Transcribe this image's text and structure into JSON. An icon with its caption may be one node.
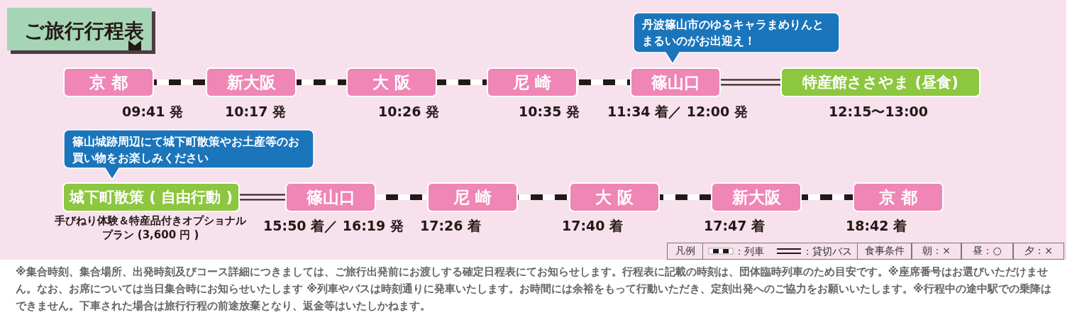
{
  "diagram": {
    "title": "ご旅行行程表",
    "nodes": [
      {
        "text": [
          "京 都"
        ],
        "beside": [
          "09:41 発"
        ]
      },
      {
        "text": [
          "新大阪"
        ],
        "beside": [
          "10:17 発"
        ]
      },
      {
        "text": [
          "大 阪"
        ],
        "beside": [
          "10:26 発"
        ]
      },
      {
        "text": [
          "尼 崎"
        ],
        "beside": [
          "10:35 発"
        ]
      },
      {
        "text": [
          "篠山口"
        ],
        "beside": [
          "11:34 着／ 12:00 発"
        ]
      },
      {
        "text": [
          "特産館ささやま (昼食)"
        ],
        "beside": [
          "12:15〜13:00"
        ]
      },
      {
        "text": [
          "城下町散策 ( 自由行動 )"
        ],
        "beside": [
          "手びねり体験＆特産品付きオプショナルプラン (3,600 円 )"
        ]
      },
      {
        "text": [
          "篠山口"
        ],
        "beside": [
          "15:50 着／ 16:19 発"
        ]
      },
      {
        "text": [
          "尼 崎"
        ],
        "beside": [
          "17:26 着"
        ]
      },
      {
        "text": [
          "大 阪"
        ],
        "beside": [
          "17:40 着"
        ]
      },
      {
        "text": [
          "新大阪"
        ],
        "beside": [
          "17:47 着"
        ]
      },
      {
        "text": [
          "京 都"
        ],
        "beside": [
          "18:42 着"
        ]
      },
      {
        "text": [
          "丹波篠山市のゆるキャラまめりんとまるいのがお出迎え！"
        ]
      },
      {
        "text": [
          "篠山城跡周辺にて城下町散策やお土産等のお買い物をお楽しみください"
        ]
      }
    ],
    "edges": [
      {
        "from": 0,
        "to": 1,
        "arrow": "none",
        "style": "dashed"
      },
      {
        "from": 1,
        "to": 2,
        "arrow": "none",
        "style": "dashed"
      },
      {
        "from": 2,
        "to": 3,
        "arrow": "none",
        "style": "dashed"
      },
      {
        "from": 3,
        "to": 4,
        "arrow": "none",
        "style": "dashed"
      },
      {
        "from": 4,
        "to": 5,
        "arrow": "none"
      },
      {
        "from": 6,
        "to": 7,
        "arrow": "none"
      },
      {
        "from": 7,
        "to": 8,
        "arrow": "none",
        "style": "dashed"
      },
      {
        "from": 8,
        "to": 9,
        "arrow": "none",
        "style": "dashed"
      },
      {
        "from": 9,
        "to": 10,
        "arrow": "none",
        "style": "dashed"
      },
      {
        "from": 10,
        "to": 11,
        "arrow": "none",
        "style": "dashed"
      }
    ],
    "labels": [
      "凡例",
      "食事条件",
      "朝：×",
      "昼：○",
      "夕：×",
      "※集合時刻、集合場所、出発時刻及びコース詳細につきましては、ご旅行出発前にお渡しする確定日程表にてお知らせします。行程表に記載の時刻は、団体臨時列車のため目安です。※座席番号はお選びいただけません。なお、お席については当日集合時にお知らせいたします ※列車やバスは時刻通りに発車いたします。お時間には余裕をもって行動いただき、定刻出発へのご協力をお願いいたします。※行程中の途中駅での乗降はできません。下車された場合は旅行行程の前途放棄となり、返金等はいたしかねます。"
    ],
    "legend": [
      {
        "text": "：列車"
      },
      {
        "text": "：貸切バス"
      }
    ]
  }
}
